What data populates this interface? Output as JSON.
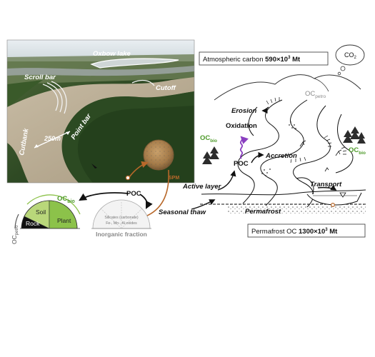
{
  "photo": {
    "oxbow_lake": "Oxbow lake",
    "scroll_bar": "Scroll bar",
    "cutoff": "Cutoff",
    "cutbank": "Cutbank",
    "point_bar": "Point bar",
    "scale": "250m",
    "sample_label": "SPM"
  },
  "inset": {
    "oc_petro": "OC",
    "oc_petro_sub": "petro",
    "oc_bio": "OC",
    "oc_bio_sub": "bio",
    "rock": "Rock",
    "soil": "Soil",
    "plant": "Plant",
    "poc": "POC",
    "silicates": "Silicates (carbonate)",
    "oxides": "Fe-, Mn-, Al-oxides",
    "inorganic_fraction": "Inorganic fraction"
  },
  "schematic": {
    "atmospheric_carbon": "Atmospheric carbon",
    "atmospheric_value": "590×10",
    "atmospheric_exp": "3",
    "atmospheric_unit": " Mt",
    "co2": "CO",
    "co2_sub": "2",
    "oc_petro": "OC",
    "oc_petro_sub": "petro",
    "oc_bio_left": "OC",
    "oc_bio_left_sub": "bio",
    "oc_bio_right": "OC",
    "oc_bio_right_sub": "bio",
    "erosion": "Erosion",
    "oxidation": "Oxidation",
    "poc": "POC",
    "accretion": "Accretion",
    "transport": "Transport",
    "active_layer": "Active layer",
    "seasonal_thaw": "Seasonal thaw",
    "permafrost": "Permafrost",
    "permafrost_oc": "Permafrost OC",
    "permafrost_value": "1300×10",
    "permafrost_exp": "3",
    "permafrost_unit": " Mt"
  },
  "colors": {
    "oc_green": "#4e9a2a",
    "spm_brown": "#b8682a",
    "rock": "#111111",
    "soil": "#b9d77a",
    "plant": "#8cc24a",
    "oxidation_purple": "#8a3fc0",
    "grey_text": "#8a8a8a"
  }
}
